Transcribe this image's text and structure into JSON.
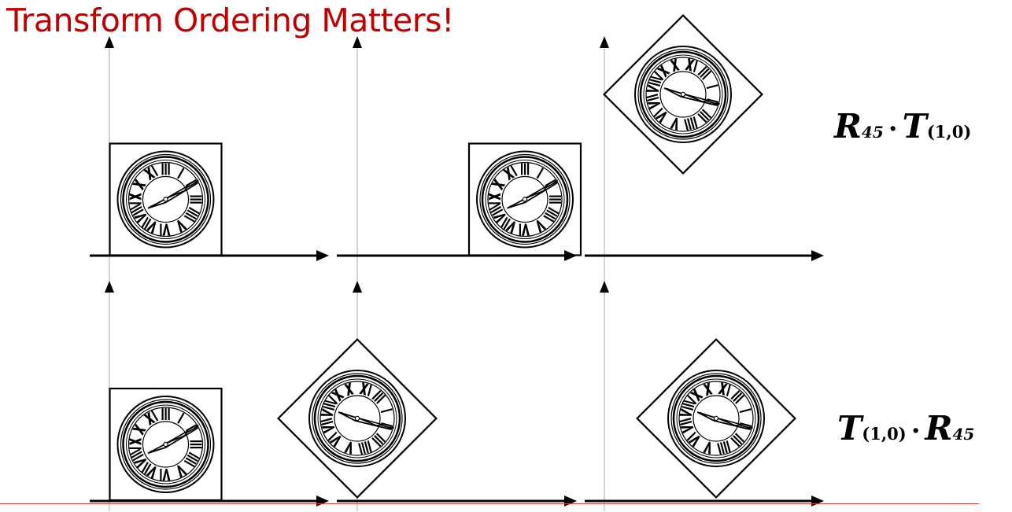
{
  "title": "Transform Ordering Matters!",
  "colors": {
    "title": "#c00000",
    "ink": "#000000",
    "guide": "#a8a8a8",
    "footer_line": "#e03a3a"
  },
  "top_row": {
    "formula": {
      "left": "R",
      "left_sub": "45",
      "operator": "·",
      "right": "T",
      "right_sub": "(1,0)"
    },
    "panels": [
      "original",
      "translated by (1,0)",
      "then rotated 45°"
    ]
  },
  "bottom_row": {
    "formula": {
      "left": "T",
      "left_sub": "(1,0)",
      "operator": "·",
      "right": "R",
      "right_sub": "45"
    },
    "panels": [
      "original",
      "rotated 45°",
      "then translated by (1,0)"
    ]
  },
  "clock": {
    "face": "roman numerals",
    "numerals": [
      "XII",
      "I",
      "II",
      "III",
      "IIII",
      "V",
      "VI",
      "VII",
      "VIII",
      "IX",
      "X",
      "XI"
    ]
  }
}
